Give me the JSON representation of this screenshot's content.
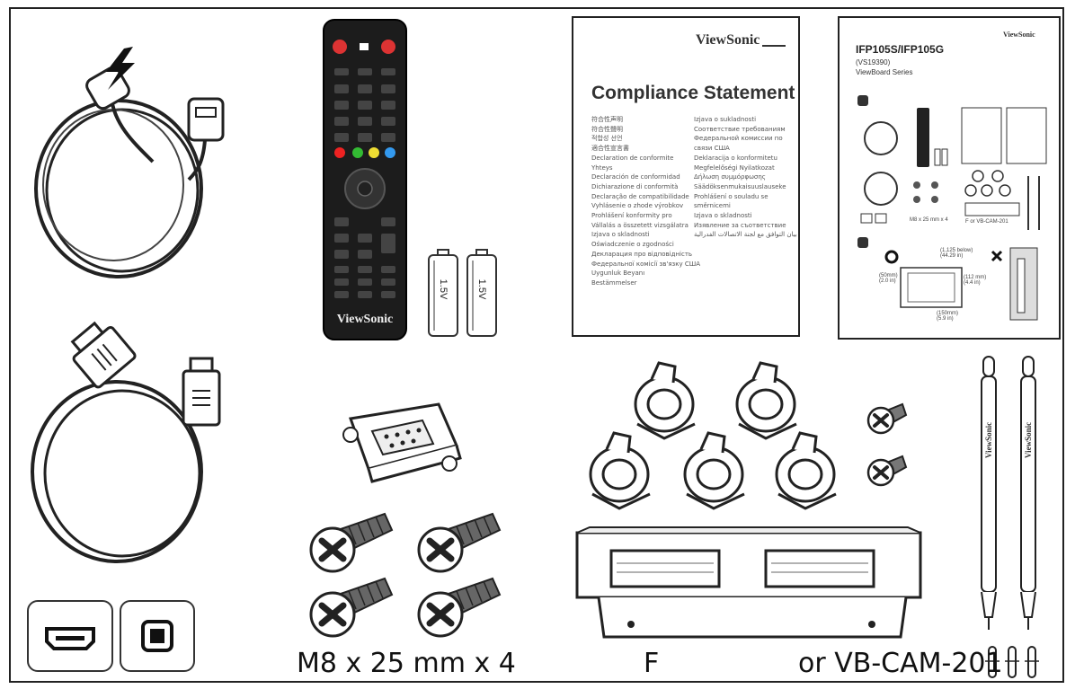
{
  "captions": {
    "screws": "M8 x 25 mm x 4",
    "bracket": "F",
    "camera": "or VB-CAM-201"
  },
  "remote": {
    "brand": "ViewSonic"
  },
  "batteries": [
    {
      "label": "1.5V"
    },
    {
      "label": "1.5V"
    }
  ],
  "compliance": {
    "brand": "ViewSonic",
    "title": "Compliance Statement",
    "col1": [
      "符合性声明",
      "符合性聲明",
      "적합성 선언",
      "適合性宣言書",
      "Declaration de conformite",
      "Yhteys",
      "Declaración de conformidad",
      "Dichiarazione di conformità",
      "Declaração de compatibilidade",
      "Vyhlásenie o zhode výrobkov",
      "Prohlášení konformity pro",
      "Vállalás a összetett vizsgálatra",
      "Izjava o skladnosti",
      "Oświadczenie o zgodności",
      "Декларация про відповідність",
      "Федеральної комісії зв'язку США",
      "Uygunluk Beyanı",
      "Bestämmelser"
    ],
    "col2": [
      "Izjava o sukladnosti",
      "Соответствие требованиям",
      "Федеральной комиссии по",
      "связи США",
      "Deklaracija o konformitetu",
      "Megfelelőségi Nyilatkozat",
      "Δήλωση συμμόρφωσης",
      "Säädöksenmukaisuuslauseke",
      "Prohlášení o souladu se",
      "směrnicemi",
      "Izjava o skladnosti",
      "Изявление за съответствие",
      "بيان التوافق مع لجنة الاتصالات الفدرالية"
    ]
  },
  "quickstart": {
    "brand": "ViewSonic",
    "title": "IFP105S/IFP105G",
    "model": "(VS19390)",
    "series": "ViewBoard Series",
    "dim_top": "(1,125 below)\n(44.29 in)",
    "dim_left": "(50mm)\n(2.0 in)",
    "dim_right": "(112 mm)\n(4.4 in)",
    "dim_bottom": "(150mm)\n(5.9 in)",
    "screws_label": "M8 x 25 mm x 4",
    "bracket_label": "F or VB-CAM-201"
  },
  "pens": [
    {
      "brand": "ViewSonic"
    },
    {
      "brand": "ViewSonic"
    }
  ]
}
